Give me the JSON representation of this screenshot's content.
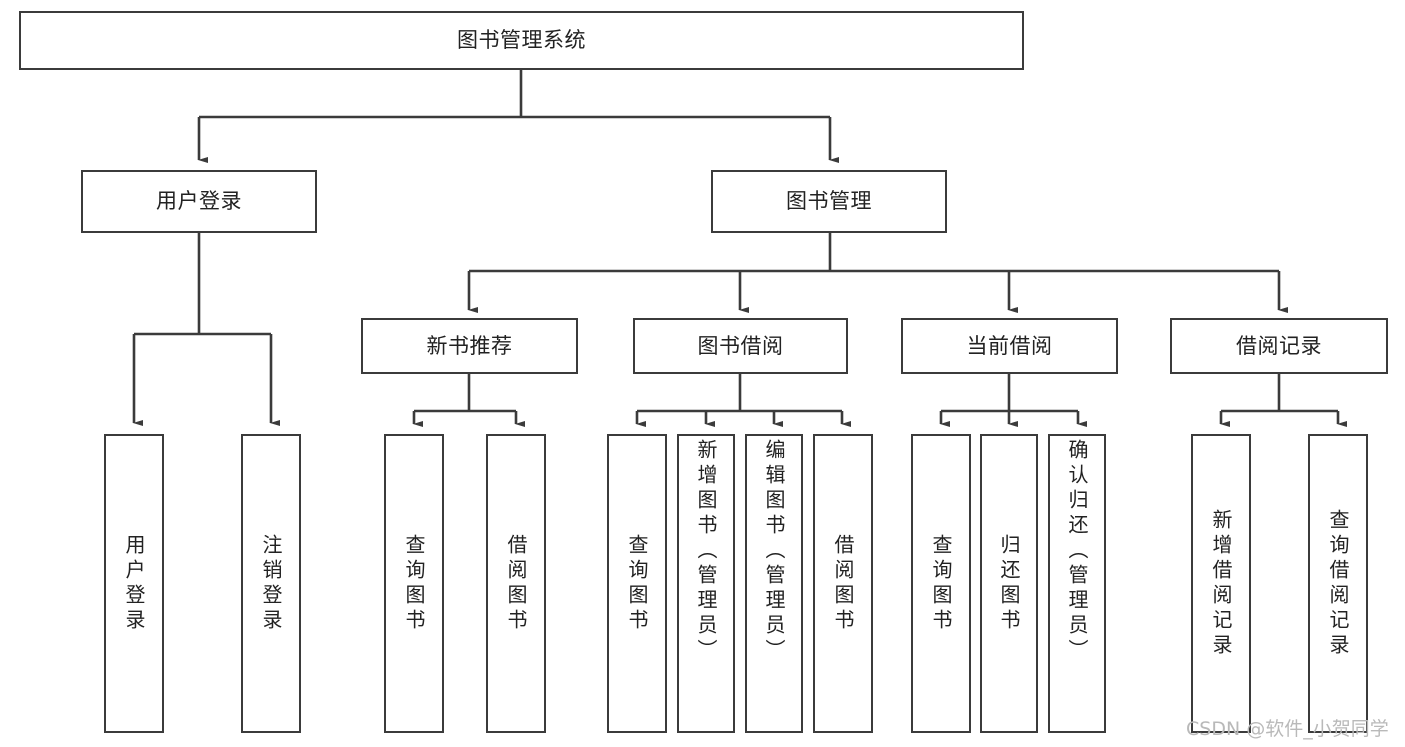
{
  "diagram": {
    "title_node": {
      "label": "图书管理系统"
    },
    "level2": [
      {
        "label": "用户登录"
      },
      {
        "label": "图书管理"
      }
    ],
    "level3": [
      {
        "label": "新书推荐"
      },
      {
        "label": "图书借阅"
      },
      {
        "label": "当前借阅"
      },
      {
        "label": "借阅记录"
      }
    ],
    "leaves": {
      "user_login": [
        {
          "label": "用户登录"
        },
        {
          "label": "注销登录"
        }
      ],
      "new_book": [
        {
          "label": "查询图书"
        },
        {
          "label": "借阅图书"
        }
      ],
      "book_borrow": [
        {
          "label": "查询图书"
        },
        {
          "label": "新增图书（管理员）"
        },
        {
          "label": "编辑图书（管理员）"
        },
        {
          "label": "借阅图书"
        }
      ],
      "current_borrow": [
        {
          "label": "查询图书"
        },
        {
          "label": "归还图书"
        },
        {
          "label": "确认归还（管理员）"
        }
      ],
      "borrow_record": [
        {
          "label": "新增借阅记录"
        },
        {
          "label": "查询借阅记录"
        }
      ]
    }
  },
  "watermark": {
    "text": "CSDN @软件_小贺同学"
  },
  "colors": {
    "border": "#3b3b3b",
    "text": "#222222",
    "background": "#ffffff",
    "watermark": "#b9b9b9"
  }
}
